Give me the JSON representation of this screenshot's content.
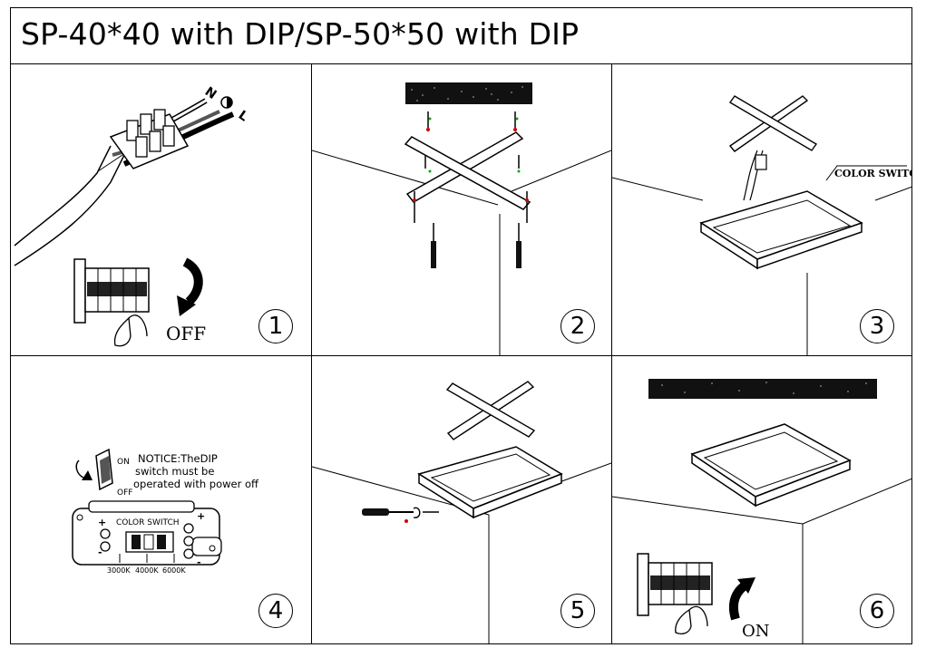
{
  "title": "SP-40*40 with DIP/SP-50*50 with DIP",
  "steps": [
    {
      "number": "1",
      "labels": {
        "n": "N",
        "l": "L",
        "off": "OFF"
      }
    },
    {
      "number": "2"
    },
    {
      "number": "3",
      "labels": {
        "color_switch": "COLOR SWITCH"
      }
    },
    {
      "number": "4",
      "labels": {
        "on": "ON",
        "off": "OFF",
        "notice_line1": "NOTICE:TheDIP",
        "notice_line2": "switch  must be",
        "notice_line3": "operated with power off",
        "color_switch": "COLOR SWITCH",
        "plus": "+",
        "minus": "-",
        "k3000": "3000K",
        "k4000": "4000K",
        "k6000": "6000K"
      }
    },
    {
      "number": "5"
    },
    {
      "number": "6",
      "labels": {
        "on": "ON"
      }
    }
  ]
}
